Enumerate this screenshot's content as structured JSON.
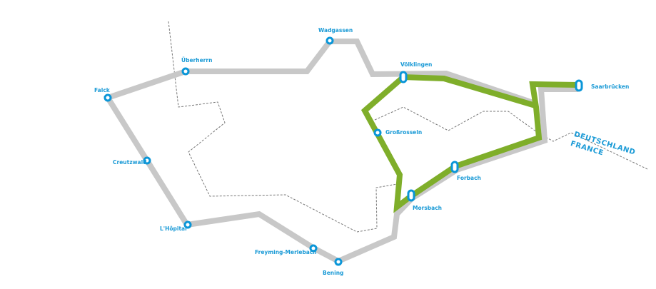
{
  "colors": {
    "rail_gray": "#c8c8c8",
    "route_green": "#7fae2a",
    "station_blue": "#0a96d8",
    "border_dash": "#777777"
  },
  "stations": {
    "wadgassen": "Wadgassen",
    "uberherrn": "Überherrn",
    "falck": "Falck",
    "creutzwald": "Creutzwald",
    "lhopital": "L'Hôpital",
    "freyming": "Freyming-Merlebach",
    "bening": "Bening",
    "morsbach": "Morsbach",
    "forbach": "Forbach",
    "grossrosseln": "Großrosseln",
    "volklingen": "Völklingen",
    "saarbrucken": "Saarbrücken"
  },
  "countries": {
    "de": "DEUTSCHLAND",
    "fr": "FRANCE"
  }
}
